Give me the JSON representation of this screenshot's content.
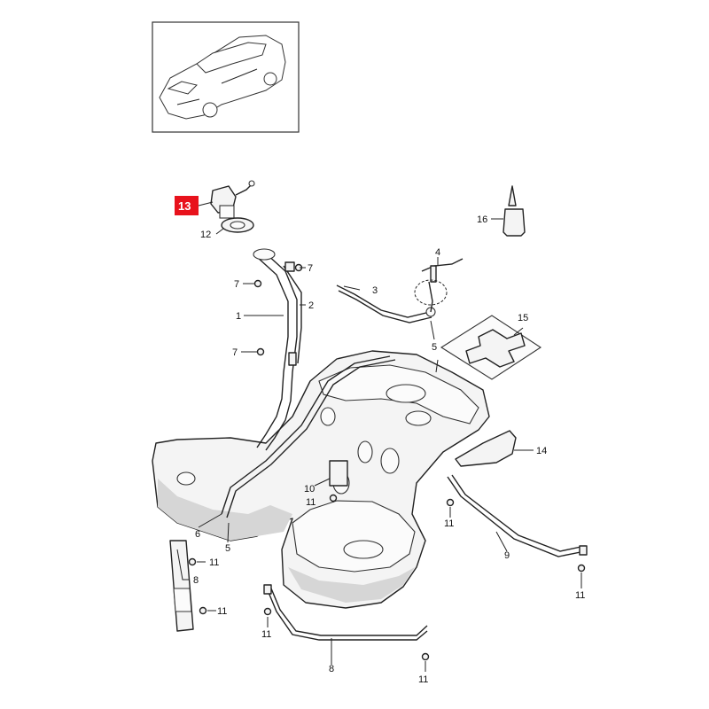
{
  "diagram": {
    "highlight_color": "#e8121c",
    "callouts": {
      "c1": "1",
      "c2": "2",
      "c3": "3",
      "c4": "4",
      "c5a": "5",
      "c5b": "5",
      "c6": "6",
      "c7a": "7",
      "c7b": "7",
      "c7c": "7",
      "c8a": "8",
      "c8b": "8",
      "c9": "9",
      "c10": "10",
      "c11a": "11",
      "c11b": "11",
      "c11c": "11",
      "c11d": "11",
      "c11e": "11",
      "c11f": "11",
      "c11g": "11",
      "c12": "12",
      "c13": "13",
      "c14": "14",
      "c15": "15",
      "c16": "16"
    }
  }
}
